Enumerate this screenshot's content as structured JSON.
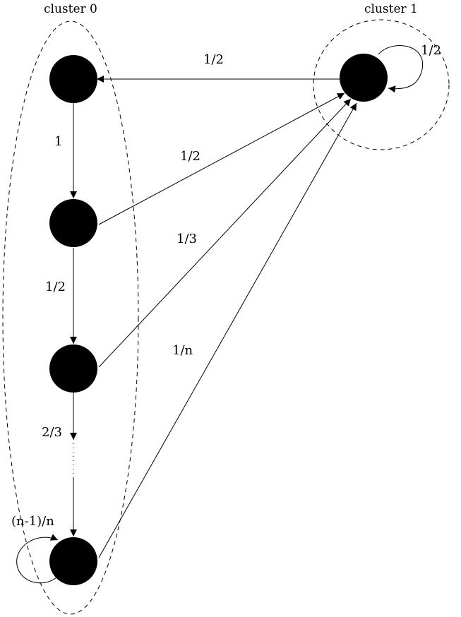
{
  "clusters": {
    "c0": {
      "label": "cluster 0"
    },
    "c1": {
      "label": "cluster 1"
    }
  },
  "edges": {
    "c1_to_n1": "1/2",
    "c1_self": "1/2",
    "n1_to_n2": "1",
    "n2_to_c1": "1/2",
    "n2_to_n3": "1/2",
    "n3_to_c1": "1/3",
    "n3_to_ellipsis": "2/3",
    "nn_to_c1": "1/n",
    "nn_self": "(n-1)/n"
  },
  "colors": {
    "node": "#000000",
    "line": "#000000"
  }
}
